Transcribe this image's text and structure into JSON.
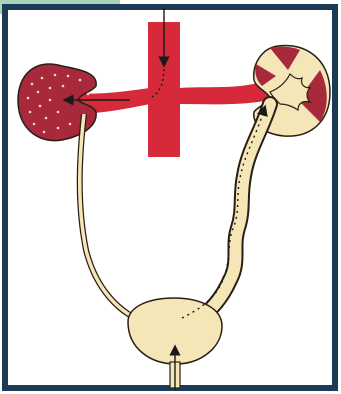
{
  "diagram": {
    "colors": {
      "background": "#ffffff",
      "frame": "#1c3b57",
      "corner_tab": "#a9d3b8",
      "vessel_red": "#d62a3a",
      "kidney_dark": "#a8283c",
      "urine_fill": "#f5e6b8",
      "outline": "#2a1e14",
      "arrow": "#1a1a1a"
    },
    "elements": {
      "vena_cava": "vertical-vessel",
      "renal_vessel": "horizontal-vessel",
      "left_kidney": "diseased-kidney",
      "right_kidney": "partially-affected-kidney",
      "left_ureter": "ureter",
      "right_ureter": "dilated-ureter",
      "bladder": "urinary-bladder",
      "urethra": "urethra"
    }
  }
}
